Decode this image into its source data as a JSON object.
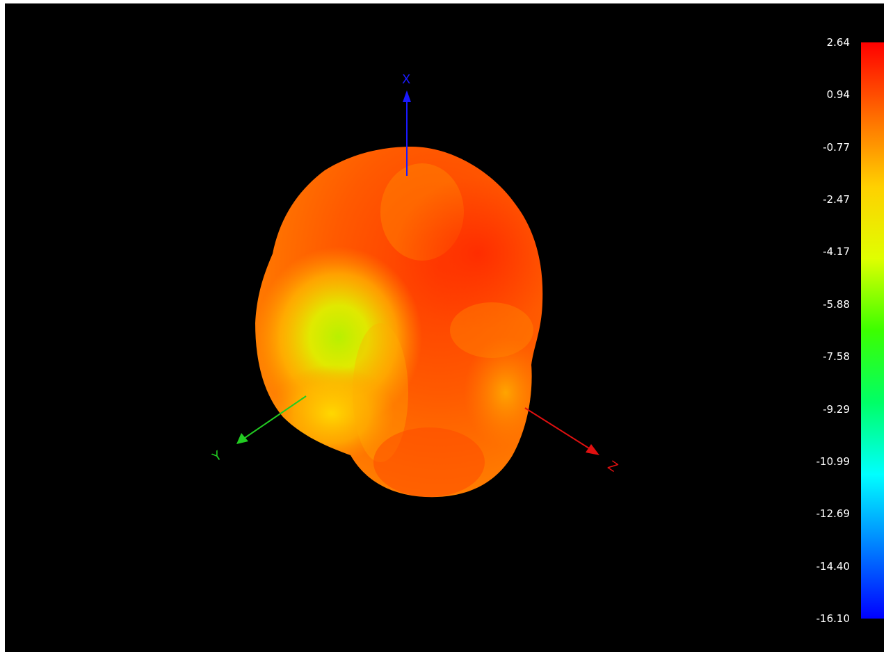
{
  "scene": {
    "axes": [
      {
        "label": "X",
        "color": "#1a1aff"
      },
      {
        "label": "Y",
        "color": "#22cc22"
      },
      {
        "label": "Z",
        "color": "#e01010"
      }
    ],
    "surface": {
      "description_colors": [
        "#ff3a00",
        "#ff7a00",
        "#ffb000",
        "#e8f000",
        "#bff000"
      ]
    }
  },
  "colorbar": {
    "ticks": [
      "2.64",
      "0.94",
      "-0.77",
      "-2.47",
      "-4.17",
      "-5.88",
      "-7.58",
      "-9.29",
      "-10.99",
      "-12.69",
      "-14.40",
      "-16.10"
    ],
    "gradient": [
      "#ff0000",
      "#ff6a00",
      "#ffd000",
      "#e0ff00",
      "#3cff00",
      "#00ff66",
      "#00ffff",
      "#0080ff",
      "#0000ff"
    ]
  }
}
